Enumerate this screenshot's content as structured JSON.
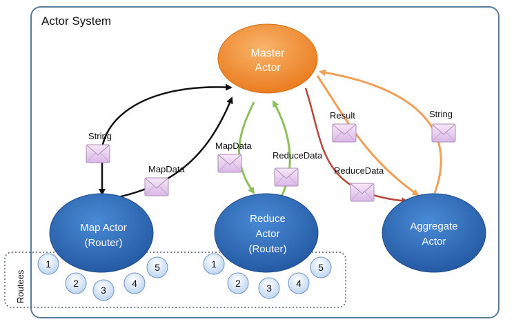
{
  "title": "Actor System",
  "side_label": "Routees",
  "colors": {
    "frame": "#5b7c99",
    "master_fill": "#f08a2c",
    "actor_fill": "#2f6db5",
    "routee_fill": "#cfe0f5",
    "black_arrow": "#111111",
    "green_arrow": "#8fbf5a",
    "red_arrow": "#b8453a",
    "orange_arrow": "#efa056"
  },
  "nodes": {
    "master": [
      "Master",
      "Actor"
    ],
    "map": [
      "Map Actor",
      "(Router)"
    ],
    "reduce": [
      "Reduce",
      "Actor",
      "(Router)"
    ],
    "aggregate": [
      "Aggregate",
      "Actor"
    ]
  },
  "routees_map": [
    "1",
    "2",
    "3",
    "4",
    "5"
  ],
  "routees_reduce": [
    "1",
    "2",
    "3",
    "4",
    "5"
  ],
  "messages": {
    "string_left": "String",
    "mapdata_left": "MapData",
    "mapdata_center": "MapData",
    "reducedata_center": "ReduceData",
    "result": "Result",
    "reducedata_right": "ReduceData",
    "string_right": "String"
  }
}
